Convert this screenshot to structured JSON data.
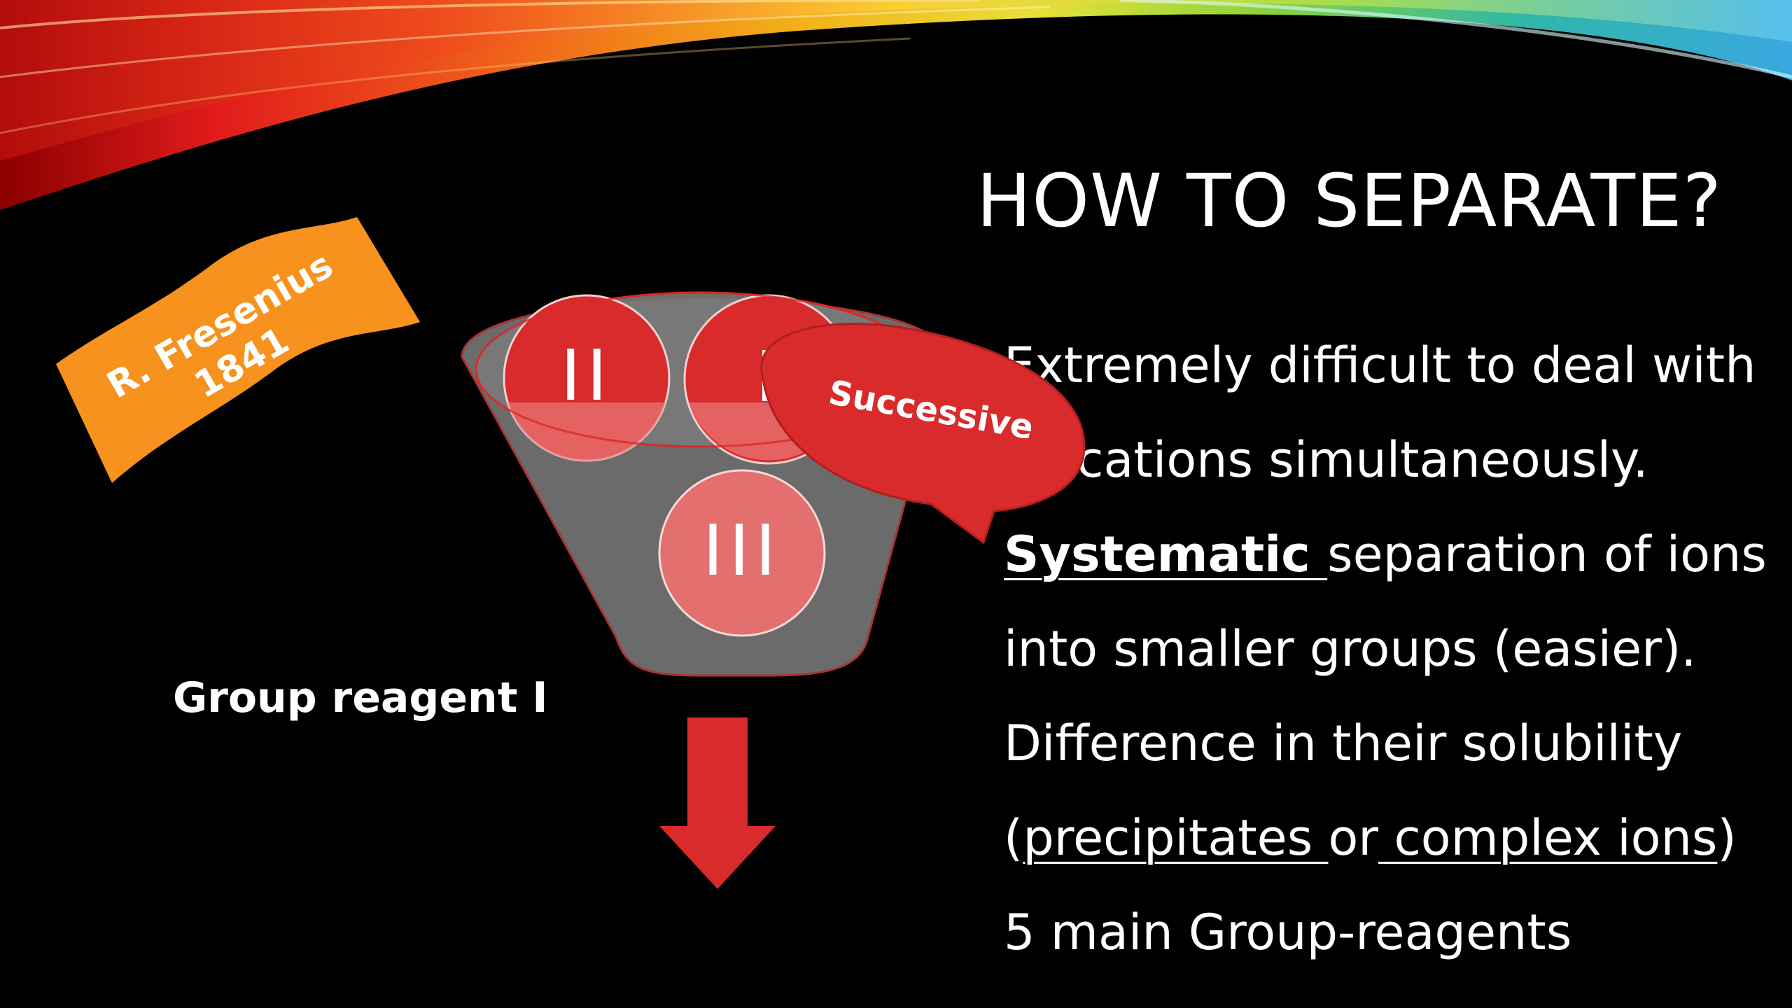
{
  "slide": {
    "title": "HOW TO SEPARATE?",
    "bullets": {
      "line1": "Extremely difficult to deal with",
      "line2": "all cations simultaneously.",
      "line3_bold": "Systematic ",
      "line3_rest": "separation of ions",
      "line4": "into smaller groups (easier).",
      "line5": "Difference in their solubility",
      "line6_open": "(",
      "line6_link1": "precipitates ",
      "line6_or": "or",
      "line6_link2": " complex ions",
      "line6_close": ")",
      "line7": "5 main Group-reagents"
    },
    "ribbon": {
      "line1": "R. Fresenius",
      "line2": "1841"
    },
    "funnel": {
      "circle1": "II",
      "circle2": "I",
      "circle3": "III"
    },
    "callout": "Successive",
    "group_label": "Group reagent I",
    "colors": {
      "background": "#000000",
      "accent_red": "#d92b2b",
      "light_red": "#e36f6f",
      "ribbon_orange": "#f7921e",
      "funnel_gray": "#6b6b6b"
    },
    "icons": {
      "arrow": "down-arrow-icon",
      "banner": "wavy-ribbon-shape"
    }
  }
}
